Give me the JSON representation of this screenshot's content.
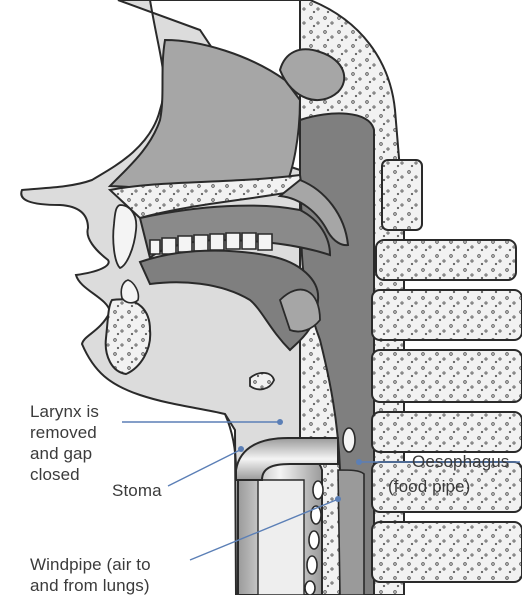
{
  "labels": {
    "larynx": "Larynx is\nremoved\nand gap\nclosed",
    "stoma": "Stoma",
    "windpipe": "Windpipe (air to\nand from lungs)",
    "oesophagus": "Oesophagus",
    "food_pipe": "(food pipe)"
  },
  "colors": {
    "outline": "#2a2a2a",
    "light_tissue": "#dcdcdc",
    "mid_tissue": "#a6a6a6",
    "dark_tissue": "#7f7f7f",
    "bone": "#f2f2f2",
    "leader_line": "#5b7fb6",
    "text": "#3b3b3b"
  }
}
